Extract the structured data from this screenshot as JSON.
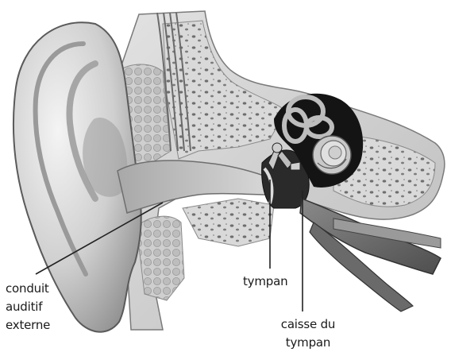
{
  "labels": {
    "ear_canal": "conduit\nauditif\nexterne",
    "eardrum": "tympan",
    "middle_ear_cavity": "caisse du\ntympan"
  },
  "colors": {
    "skin_light": "#e8e8e8",
    "skin_mid": "#b9b9b9",
    "skin_dark": "#7a7a7a",
    "bone": "#d4d4d4",
    "cavity": "#111111",
    "leader_line": "#222222"
  }
}
